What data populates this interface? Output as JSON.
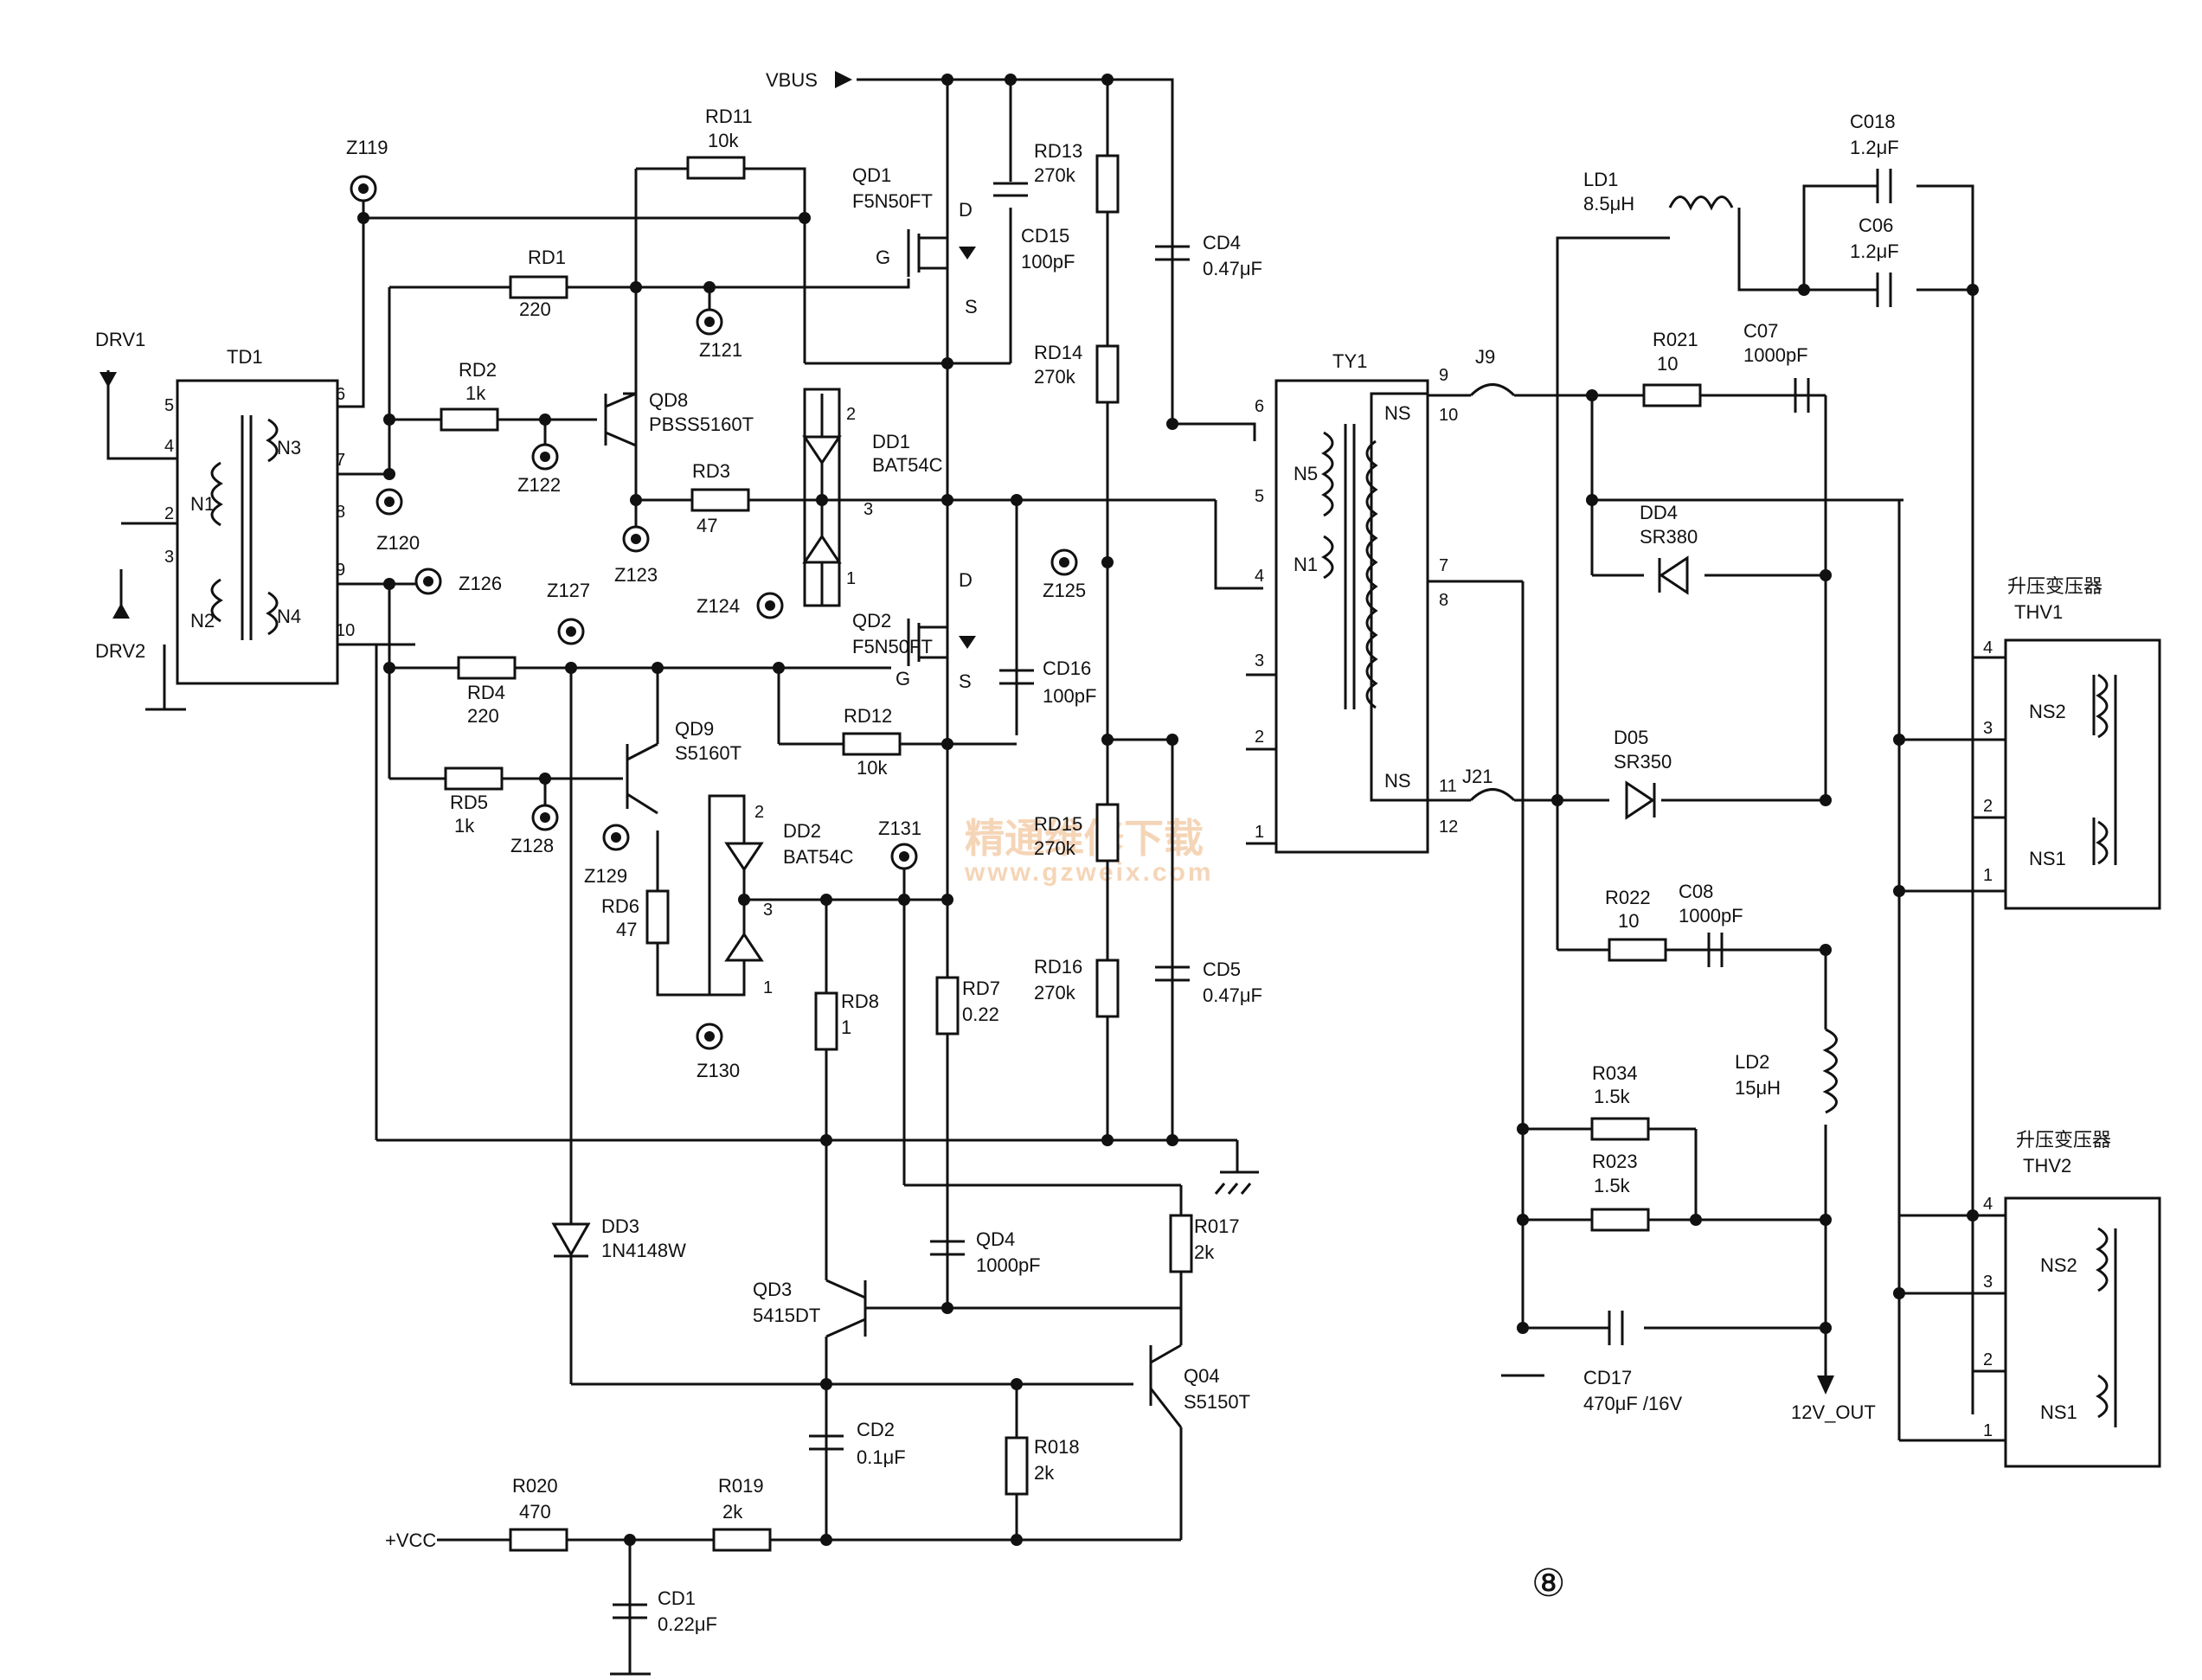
{
  "figure_number": "⑧",
  "watermark": {
    "line1": "精通维修下载",
    "line2": "www.gzweix.com"
  },
  "nets": {
    "vbus": "VBUS",
    "drv1": "DRV1",
    "drv2": "DRV2",
    "vcc": "+VCC",
    "out": "12V_OUT"
  },
  "transformers": {
    "td1": {
      "ref": "TD1",
      "w_n1": "N1",
      "w_n2": "N2",
      "w_n3": "N3",
      "w_n4": "N4",
      "p5": "5",
      "p4": "4",
      "p2": "2",
      "p3": "3",
      "p6": "6",
      "p7": "7",
      "p8": "8",
      "p9": "9",
      "p10": "10"
    },
    "ty1": {
      "ref": "TY1",
      "w_n5": "N5",
      "w_n1": "N1",
      "w_ns_top": "NS",
      "w_ns_bot": "NS",
      "p6": "6",
      "p5": "5",
      "p4": "4",
      "p3": "3",
      "p2": "2",
      "p1": "1",
      "p9": "9",
      "p10": "10",
      "p7": "7",
      "p8": "8",
      "p11": "11",
      "p12": "12"
    },
    "thv1": {
      "title": "升压变压器",
      "ref": "THV1",
      "w_ns2": "NS2",
      "w_ns1": "NS1",
      "p4": "4",
      "p3": "3",
      "p2": "2",
      "p1": "1"
    },
    "thv2": {
      "title": "升压变压器",
      "ref": "THV2",
      "w_ns2": "NS2",
      "w_ns1": "NS1",
      "p4": "4",
      "p3": "3",
      "p2": "2",
      "p1": "1"
    }
  },
  "transistors": {
    "qd1": {
      "ref": "QD1",
      "part": "F5N50FT",
      "d": "D",
      "g": "G",
      "s": "S"
    },
    "qd2": {
      "ref": "QD2",
      "part": "F5N50FT",
      "d": "D",
      "g": "G",
      "s": "S"
    },
    "qd8": {
      "ref": "QD8",
      "part": "PBSS5160T"
    },
    "qd9": {
      "ref": "QD9",
      "part": "S5160T"
    },
    "qd3": {
      "ref": "QD3",
      "part": "5415DT"
    },
    "q04": {
      "ref": "Q04",
      "part": "S5150T"
    }
  },
  "resistors": {
    "rd11": {
      "ref": "RD11",
      "val": "10k"
    },
    "rd1": {
      "ref": "RD1",
      "val": "220"
    },
    "rd2": {
      "ref": "RD2",
      "val": "1k"
    },
    "rd3": {
      "ref": "RD3",
      "val": "47"
    },
    "rd4": {
      "ref": "RD4",
      "val": "220"
    },
    "rd5": {
      "ref": "RD5",
      "val": "1k"
    },
    "rd6": {
      "ref": "RD6",
      "val": "47"
    },
    "rd12": {
      "ref": "RD12",
      "val": "10k"
    },
    "rd13": {
      "ref": "RD13",
      "val": "270k"
    },
    "rd14": {
      "ref": "RD14",
      "val": "270k"
    },
    "rd15": {
      "ref": "RD15",
      "val": "270k"
    },
    "rd16": {
      "ref": "RD16",
      "val": "270k"
    },
    "rd7": {
      "ref": "RD7",
      "val": "0.22"
    },
    "rd8": {
      "ref": "RD8",
      "val": "1"
    },
    "r017": {
      "ref": "R017",
      "val": "2k"
    },
    "r018": {
      "ref": "R018",
      "val": "2k"
    },
    "r019": {
      "ref": "R019",
      "val": "2k"
    },
    "r020": {
      "ref": "R020",
      "val": "470"
    },
    "r021": {
      "ref": "R021",
      "val": "10"
    },
    "r022": {
      "ref": "R022",
      "val": "10"
    },
    "r034": {
      "ref": "R034",
      "val": "1.5k"
    },
    "r023": {
      "ref": "R023",
      "val": "1.5k"
    }
  },
  "capacitors": {
    "cd15": {
      "ref": "CD15",
      "val": "100pF"
    },
    "cd16": {
      "ref": "CD16",
      "val": "100pF"
    },
    "cd4": {
      "ref": "CD4",
      "val": "0.47μF"
    },
    "cd5": {
      "ref": "CD5",
      "val": "0.47μF"
    },
    "qd4": {
      "ref": "QD4",
      "val": "1000pF"
    },
    "cd2": {
      "ref": "CD2",
      "val": "0.1μF"
    },
    "cd1": {
      "ref": "CD1",
      "val": "0.22μF"
    },
    "c07": {
      "ref": "C07",
      "val": "1000pF"
    },
    "c08": {
      "ref": "C08",
      "val": "1000pF"
    },
    "c018": {
      "ref": "C018",
      "val": "1.2μF"
    },
    "c06": {
      "ref": "C06",
      "val": "1.2μF"
    },
    "cd17": {
      "ref": "CD17",
      "val": "470μF /16V"
    }
  },
  "diodes": {
    "dd1": {
      "ref": "DD1",
      "part": "BAT54C",
      "p1": "1",
      "p2": "2",
      "p3": "3"
    },
    "dd2": {
      "ref": "DD2",
      "part": "BAT54C",
      "p1": "1",
      "p2": "2",
      "p3": "3"
    },
    "dd3": {
      "ref": "DD3",
      "part": "1N4148W"
    },
    "dd4": {
      "ref": "DD4",
      "part": "SR380"
    },
    "d05": {
      "ref": "D05",
      "part": "SR350"
    }
  },
  "inductors": {
    "ld1": {
      "ref": "LD1",
      "val": "8.5μH"
    },
    "ld2": {
      "ref": "LD2",
      "val": "15μH"
    }
  },
  "jumpers": {
    "j9": "J9",
    "j21": "J21"
  },
  "test_points": {
    "z119": "Z119",
    "z120": "Z120",
    "z121": "Z121",
    "z122": "Z122",
    "z123": "Z123",
    "z124": "Z124",
    "z125": "Z125",
    "z126": "Z126",
    "z127": "Z127",
    "z128": "Z128",
    "z129": "Z129",
    "z130": "Z130",
    "z131": "Z131"
  }
}
